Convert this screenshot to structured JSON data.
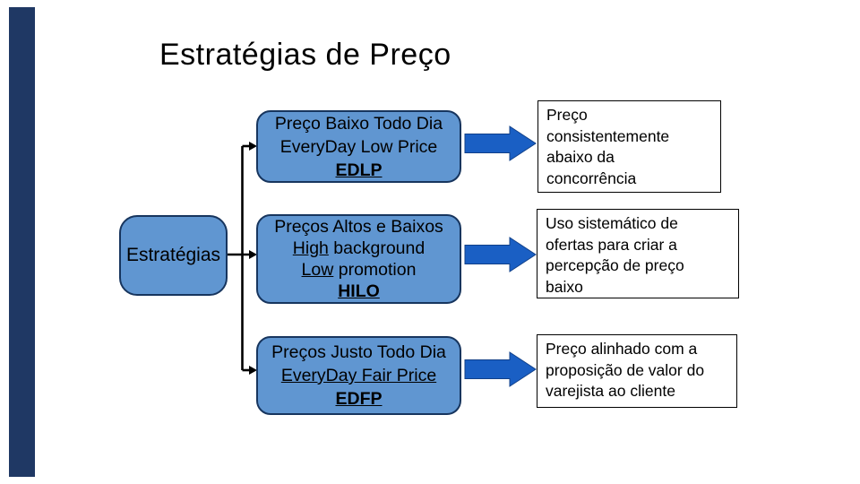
{
  "slide": {
    "title": "Estratégias de Preço",
    "root_label": "Estratégias"
  },
  "colors": {
    "background": "#FFFFFF",
    "accent_bar": "#1F3864",
    "strategy_box_fill": "#6096D1",
    "strategy_box_border": "#17355E",
    "arrow_fill": "#1A5FC4",
    "arrow_outline": "#114089",
    "connector": "#000000",
    "result_box_fill": "#FFFFFF",
    "result_box_border": "#000000",
    "text": "#000000"
  },
  "strategies": [
    {
      "name": "EDLP",
      "lines": [
        {
          "segments": [
            {
              "text": "Preço Baixo Todo Dia"
            }
          ]
        },
        {
          "segments": [
            {
              "text": "EveryDay Low Price"
            }
          ]
        },
        {
          "segments": [
            {
              "text": "EDLP",
              "bold": true,
              "underline": true
            }
          ]
        }
      ],
      "result_lines": [
        "Preço",
        "consistentemente",
        "abaixo da",
        "concorrência"
      ]
    },
    {
      "name": "HILO",
      "lines": [
        {
          "segments": [
            {
              "text": "Preços Altos e Baixos"
            }
          ]
        },
        {
          "segments": [
            {
              "text": "High",
              "underline": true
            },
            {
              "text": " background"
            }
          ]
        },
        {
          "segments": [
            {
              "text": "Low",
              "underline": true
            },
            {
              "text": " promotion"
            }
          ]
        },
        {
          "segments": [
            {
              "text": "HILO",
              "bold": true,
              "underline": true
            }
          ]
        }
      ],
      "result_lines": [
        "Uso sistemático de",
        "ofertas para criar a",
        "percepção de preço",
        "baixo"
      ]
    },
    {
      "name": "EDFP",
      "lines": [
        {
          "segments": [
            {
              "text": "Preços Justo Todo Dia"
            }
          ]
        },
        {
          "segments": [
            {
              "text": "EveryDay Fair Price",
              "underline": true
            }
          ]
        },
        {
          "segments": [
            {
              "text": "EDFP",
              "bold": true,
              "underline": true
            }
          ]
        }
      ],
      "result_lines": [
        "Preço alinhado com a",
        "proposição de valor do",
        "varejista ao cliente"
      ]
    }
  ]
}
